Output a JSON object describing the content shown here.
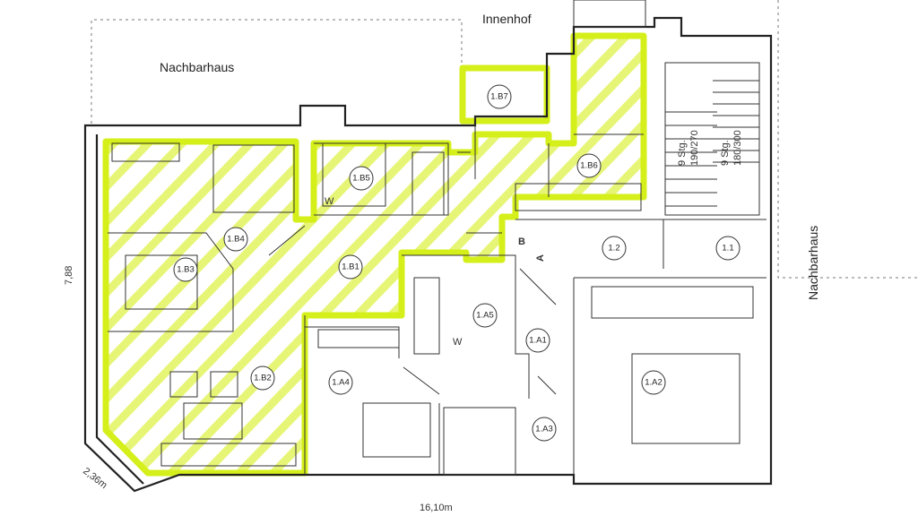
{
  "labels": {
    "courtyard": "Innenhof",
    "neighbor_top": "Nachbarhaus",
    "neighbor_right": "Nachbarhaus"
  },
  "rooms": {
    "b1": "1.B1",
    "b2": "1.B2",
    "b3": "1.B3",
    "b4": "1.B4",
    "b5": "1.B5",
    "b6": "1.B6",
    "b7": "1.B7",
    "a1": "1.A1",
    "a2": "1.A2",
    "a3": "1.A3",
    "a4": "1.A4",
    "a5": "1.A5",
    "r11": "1.1",
    "r12": "1.2"
  },
  "markers": {
    "b": "B",
    "a": "A"
  },
  "dimensions": {
    "left": "7,88",
    "corner": "2,36m",
    "bottom": "16,10m"
  },
  "stairs": {
    "flight1_steps": "9 Stg.",
    "flight1_size": "190/270",
    "flight2_steps": "9 Stg.",
    "flight2_size": "180/300"
  },
  "bathroom_marks": {
    "w1": "W",
    "w2": "W"
  },
  "colors": {
    "highlight": "#d4ef1a",
    "wall": "#222222"
  }
}
